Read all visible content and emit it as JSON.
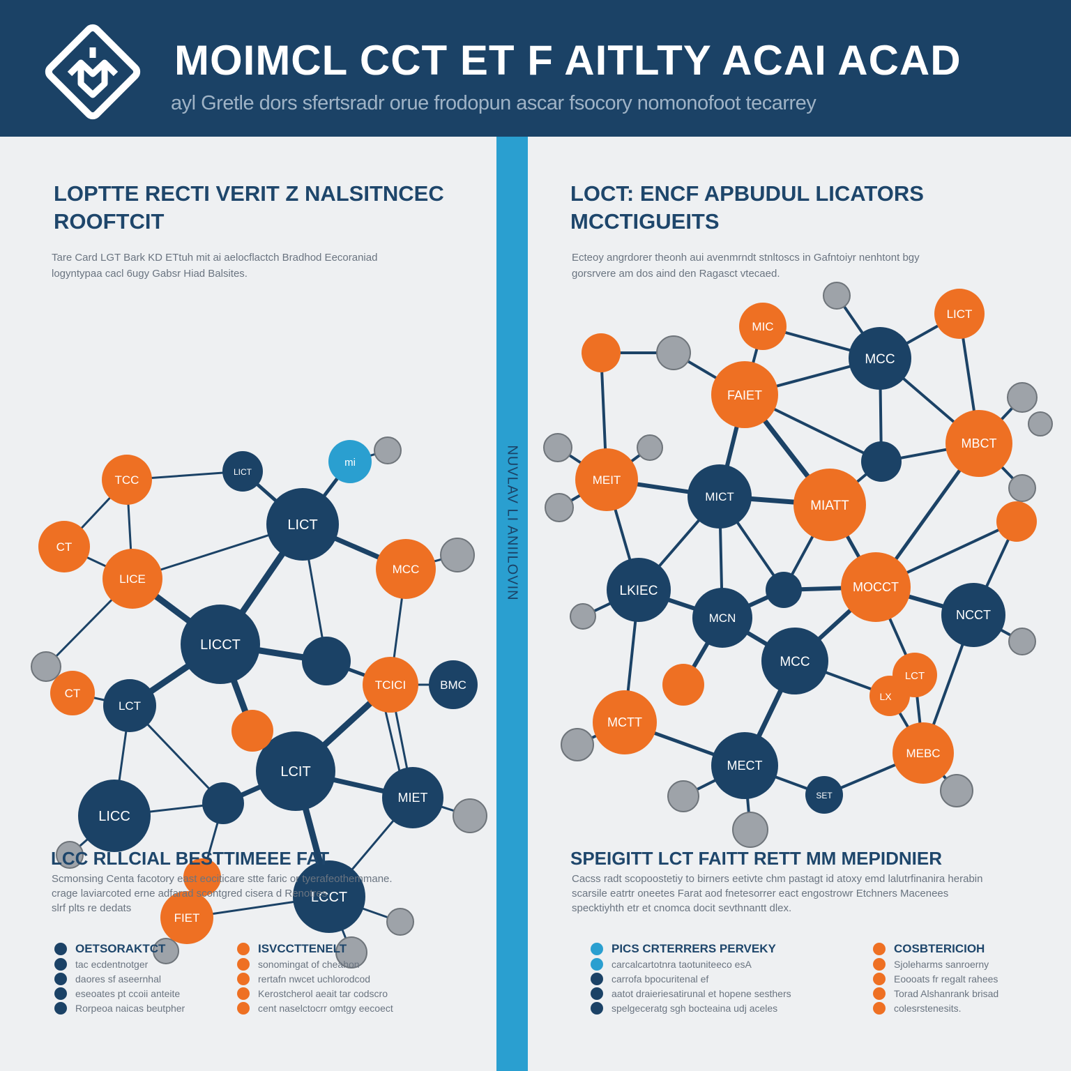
{
  "header": {
    "title": "MOIMCL CCT ET F AITLTY ACAI ACAD",
    "subtitle": "ayl Gretle dors sfertsradr orue frodopun ascar fsocory nomonofoot tecarrey",
    "logo_icon": "diamond-network-logo-icon"
  },
  "divider": {
    "label": "NUVLAV LI ANIILOVIN"
  },
  "colors": {
    "navy": "#1b4266",
    "orange": "#ee7023",
    "gray": "#9ea3a9",
    "blue": "#2a9fd0"
  },
  "left": {
    "heading_line1": "LOPTTE RECTI VERIT Z NALSITNCEC",
    "heading_line2": "ROOFTCIT",
    "desc_line1": "Tare Card LGT Bark KD ETtuh mit ai aelocflactch Bradhod Eecoraniad",
    "desc_line2": "logyntypaa cacl 6ugy Gabsr Hiad Balsites.",
    "nodes": [
      "TCC",
      "LICE",
      "CT",
      "CT",
      "LICT",
      "LICCT",
      "LCT",
      "LCIT",
      "LICC",
      "MCC",
      "TCICI",
      "BMC",
      "MIET",
      "FIET",
      "LCCT",
      "LICT",
      "mi"
    ],
    "section_heading": "LCC RLLCIAL BESTTIMEEE FAT",
    "section_desc_line1": "Scmonsing Centa facotory east eociticare stte faric or tyerafeothemmane.",
    "section_desc_line2": "crage laviarcoted erne adfarad scontgred cisera d Renotres",
    "section_desc_line3": "slrf plts re dedats",
    "legend1": {
      "title": "OETSORAKTCT",
      "items": [
        "tac ecdentnotger",
        "daores sf aseernhal",
        "eseoates pt ccoii anteite",
        "Rorpeoa naicas beutpher"
      ]
    },
    "legend2": {
      "title": "ISVCCTTENELT",
      "items": [
        "sonomingat of cheahon",
        "rertafn nwcet uchlorodcod",
        "Kerostcherol aeait tar codscro",
        "cent naselctocrr omtgy eecoect"
      ]
    }
  },
  "right": {
    "heading_line1": "LOCT: ENCF APBUDUL LICATORS",
    "heading_line2": "MCCTIGUEITS",
    "desc_line1": "Ecteoy angrdorer theonh aui avenmrndt stnltoscs in Gafntoiyr nenhtont bgy",
    "desc_line2": "gorsrvere am dos aind den Ragasct vtecaed.",
    "nodes": [
      "MIC",
      "LICT",
      "MCC",
      "FAIET",
      "MEIT",
      "MICT",
      "MIATT",
      "MBCT",
      "LKIEC",
      "MCN",
      "MOCCT",
      "NCCT",
      "MCC",
      "LCT",
      "LX",
      "MCTT",
      "MEBC",
      "MECT",
      "SET"
    ],
    "section_heading": "SPEIGITT LCT FAITT RETT MM MEPIDNIER",
    "section_desc_line1": "Cacss radt scopoostetiy to birners eetivte chm pastagt id atoxy emd lalutrfinanira herabin",
    "section_desc_line2": "scarsile eatrtr oneetes Farat aod fnetesorrer eact engostrowr Etchners Macenees",
    "section_desc_line3": "specktiyhth etr et cnomca docit sevthnantt dlex.",
    "legend1": {
      "title": "PICS CRTERRERS PERVEKY",
      "items": [
        "carcalcartotnra taotuniteeco esA",
        "carrofa bpocuritenal ef",
        "aatot draieriesatirunal et hopene sesthers",
        "spelgeceratg sgh bocteaina udj aceles"
      ]
    },
    "legend2": {
      "title": "COSBTERICIOH",
      "items": [
        "Sjoleharms sanroerny",
        "Eoooats fr regalt rahees",
        "Torad Alshanrank brisad",
        "colesrstenesits."
      ]
    }
  }
}
